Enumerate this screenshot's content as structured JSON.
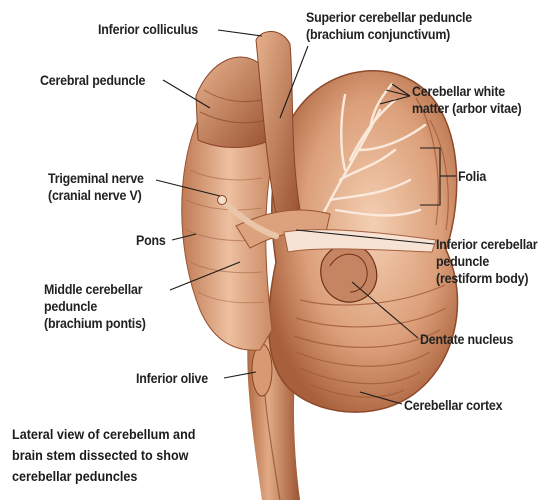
{
  "labels": {
    "inferior_colliculus": "Inferior colliculus",
    "superior_peduncle": "Superior cerebellar peduncle\n(brachium conjunctivum)",
    "cerebral_peduncle": "Cerebral peduncle",
    "white_matter": "Cerebellar white\nmatter (arbor vitae)",
    "folia": "Folia",
    "trigeminal": "Trigeminal nerve\n(cranial nerve V)",
    "pons": "Pons",
    "inferior_peduncle": "Inferior cerebellar\npeduncle\n(restiform body)",
    "middle_peduncle": "Middle cerebellar\npeduncle\n(brachium pontis)",
    "dentate": "Dentate nucleus",
    "inferior_olive": "Inferior olive",
    "cortex": "Cerebellar cortex"
  },
  "caption": "Lateral view of cerebellum and\nbrain stem dissected to show\ncerebellar peduncles",
  "colors": {
    "tissue_light": "#e8b490",
    "tissue_mid": "#c98a63",
    "tissue_dark": "#8e4a2c",
    "line": "#1a1a1a"
  }
}
